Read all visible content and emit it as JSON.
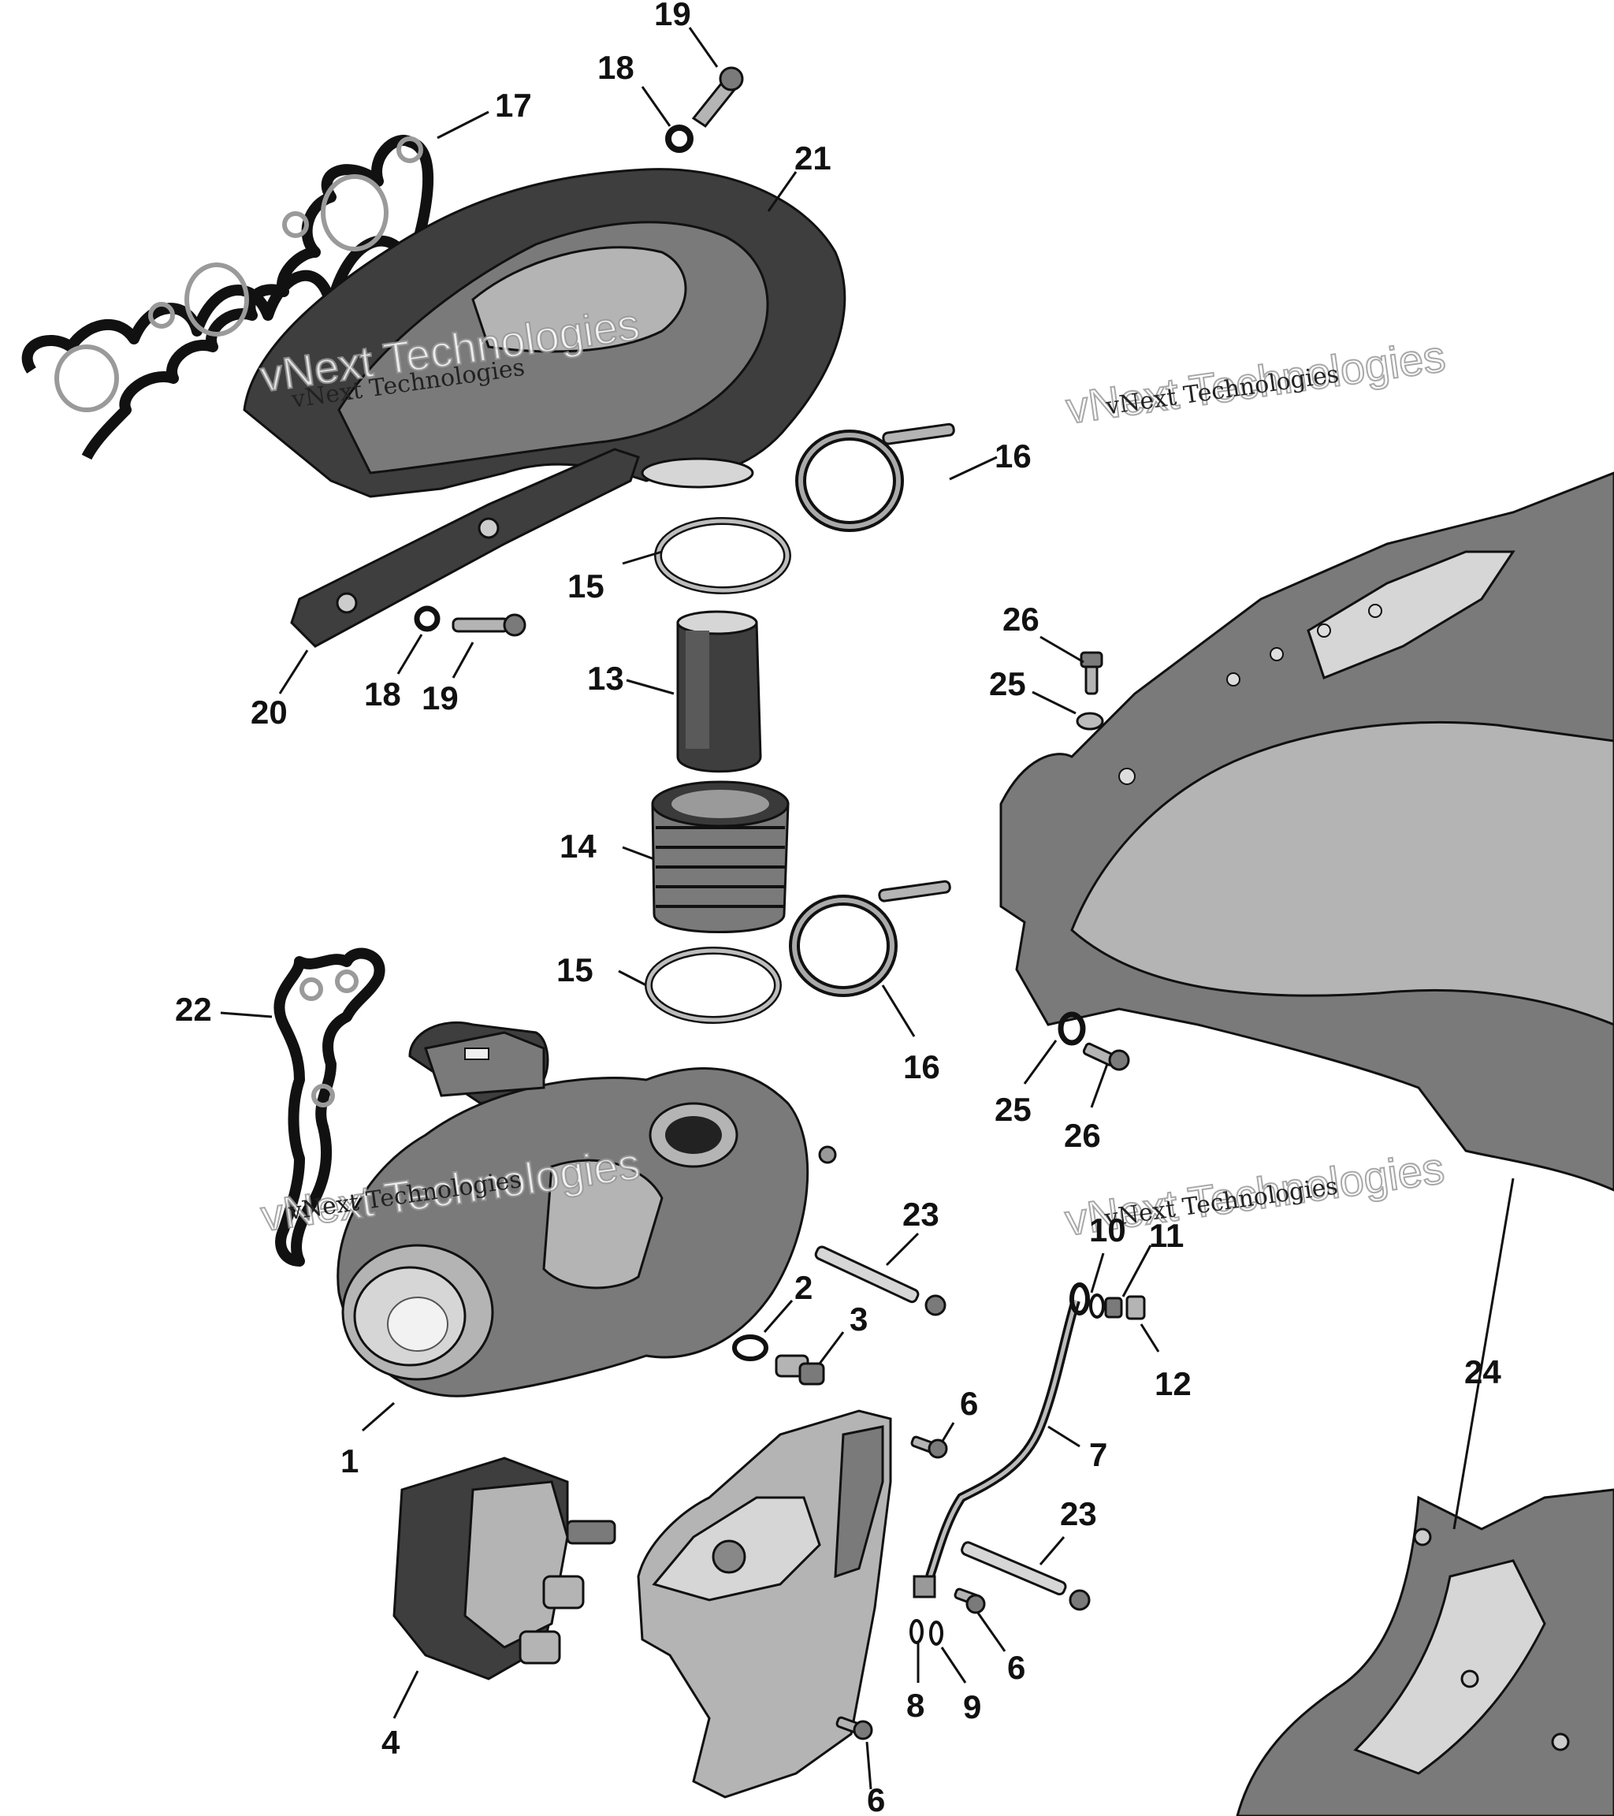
{
  "watermarks": [
    {
      "title": "vNext Technologies",
      "subtitle": "vNext Technologies"
    },
    {
      "title": "vNext Technologies",
      "subtitle": "vNext Technologies"
    },
    {
      "title": "vNext Technologies",
      "subtitle": "vNext Technologies"
    },
    {
      "title": "vNext Technologies",
      "subtitle": "vNext Technologies"
    }
  ],
  "callouts": [
    "19",
    "18",
    "17",
    "21",
    "16",
    "15",
    "13",
    "14",
    "15",
    "16",
    "20",
    "18",
    "19",
    "26",
    "25",
    "22",
    "25",
    "26",
    "23",
    "10",
    "11",
    "2",
    "3",
    "12",
    "24",
    "1",
    "6",
    "7",
    "23",
    "6",
    "4",
    "8",
    "9",
    "6"
  ],
  "colors": {
    "ink": "#111111",
    "dark": "#3e3e3e",
    "mid": "#7a7a7a",
    "light": "#b4b4b4",
    "pale": "#d6d6d6"
  }
}
